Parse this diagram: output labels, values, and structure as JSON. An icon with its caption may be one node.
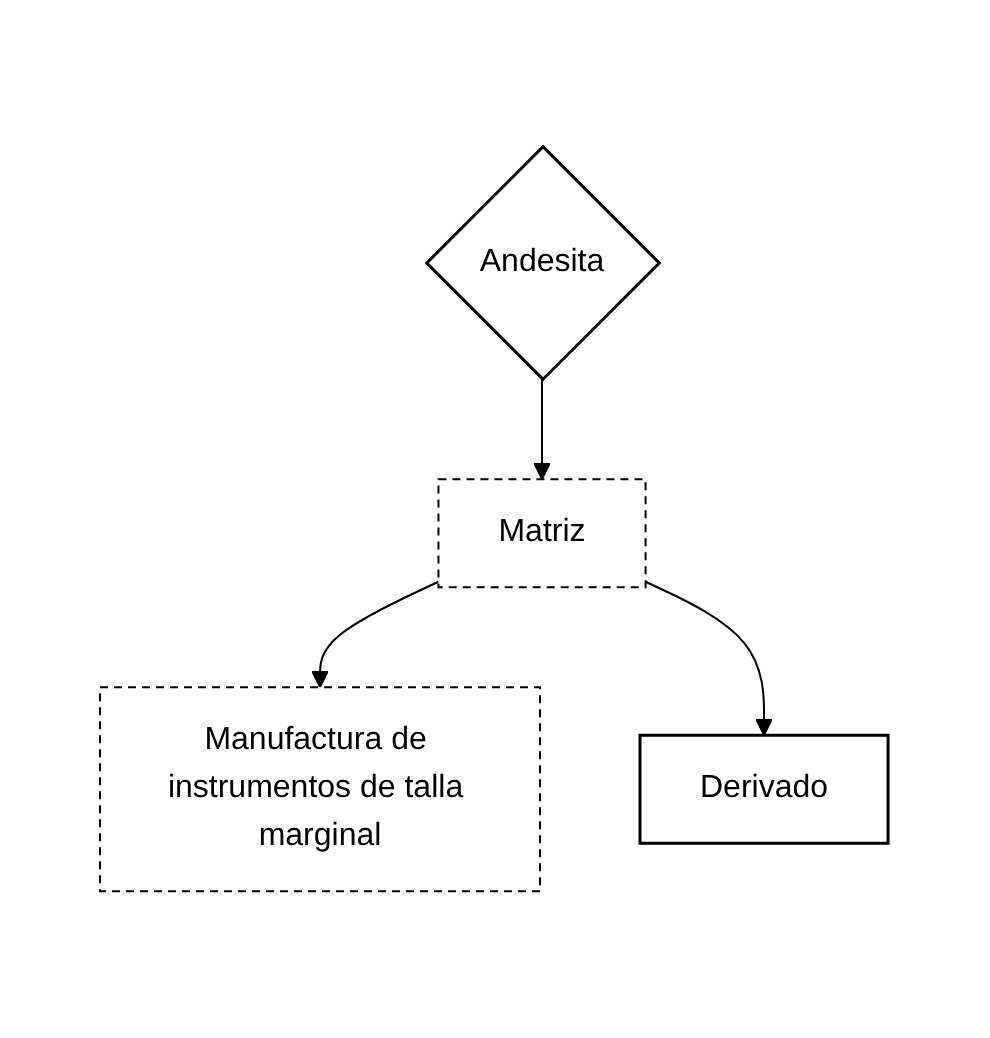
{
  "diagram": {
    "nodes": [
      {
        "text": [
          "Andesita"
        ]
      },
      {
        "text": [
          "Matriz"
        ]
      },
      {
        "text": [
          "Manufactura de instrumentos de talla marginal"
        ]
      },
      {
        "text": [
          "Derivado"
        ]
      }
    ],
    "edges": [
      {
        "from": 0,
        "to": 1,
        "arrow": "to"
      },
      {
        "from": 1,
        "to": 2,
        "arrow": "to"
      },
      {
        "from": 1,
        "to": 3,
        "arrow": "to"
      }
    ]
  }
}
